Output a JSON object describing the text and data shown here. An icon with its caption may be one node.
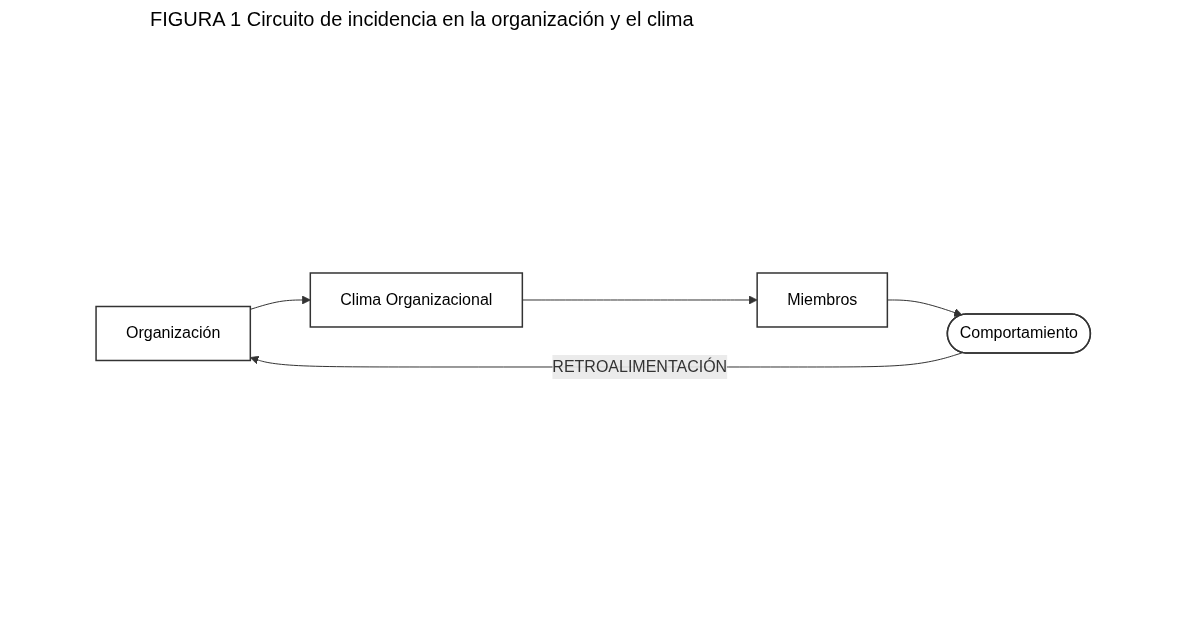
{
  "diagram": {
    "title": "FIGURA 1 Circuito de incidencia en la organización y el clima",
    "nodes": [
      {
        "text": [
          "Organización"
        ]
      },
      {
        "text": [
          "Clima Organizacional"
        ]
      },
      {
        "text": [
          "Miembros"
        ]
      },
      {
        "text": [
          "Comportamiento"
        ]
      }
    ],
    "edges": [
      {
        "from": 0,
        "to": 1,
        "arrow": "to"
      },
      {
        "from": 1,
        "to": 2,
        "arrow": "to"
      },
      {
        "from": 2,
        "to": 3,
        "arrow": "to"
      },
      {
        "from": 3,
        "to": 0,
        "arrow": "to",
        "label": "RETROALIMENTACIÓN"
      }
    ]
  }
}
